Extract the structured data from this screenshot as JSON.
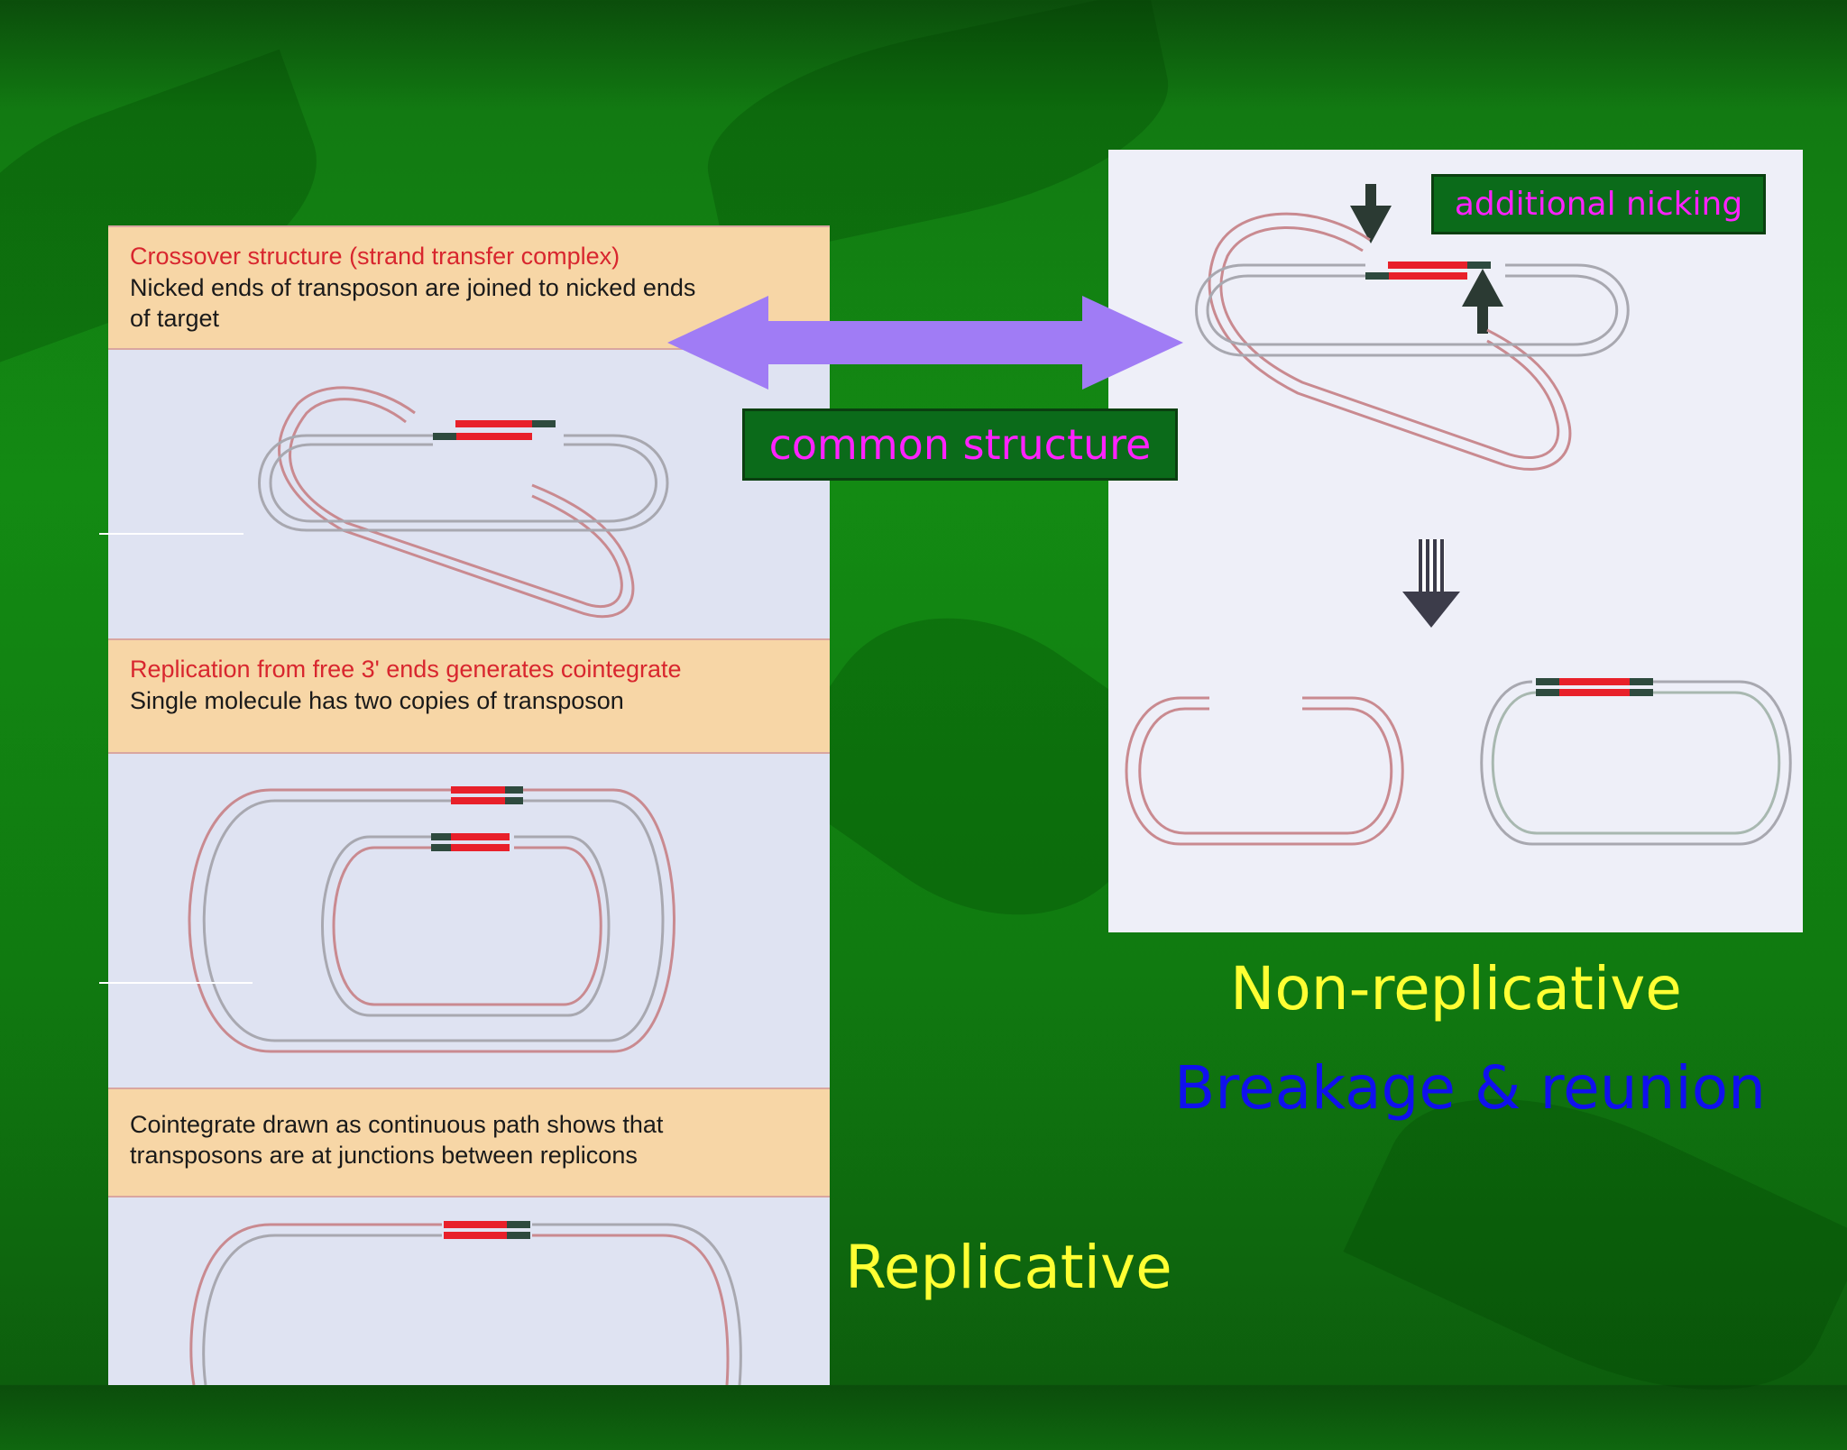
{
  "left_panel": {
    "step1": {
      "title": "Crossover structure (strand transfer complex)",
      "desc_line1": "Nicked ends of transposon are joined to nicked ends",
      "desc_line2": "of target"
    },
    "step2": {
      "title": "Replication from free 3' ends generates cointegrate",
      "desc_line1": "Single molecule has two copies of transposon"
    },
    "step3": {
      "desc_line1": "Cointegrate drawn as continuous path shows that",
      "desc_line2": "transposons are at junctions between replicons"
    }
  },
  "labels": {
    "common_structure": "common structure",
    "additional_nicking": "additional nicking",
    "non_replicative": "Non-replicative",
    "breakage_reunion": "Breakage & reunion",
    "replicative": "Replicative"
  },
  "colors": {
    "transposon": "#e8202a",
    "transposon_end": "#2e4a3e",
    "strand_red": "#c98a90",
    "strand_grey": "#a8a8b0",
    "arrow": "#a07cf5",
    "label_yellow": "#ffff33",
    "label_blue": "#1010ee",
    "label_magenta": "#ff22ff"
  }
}
